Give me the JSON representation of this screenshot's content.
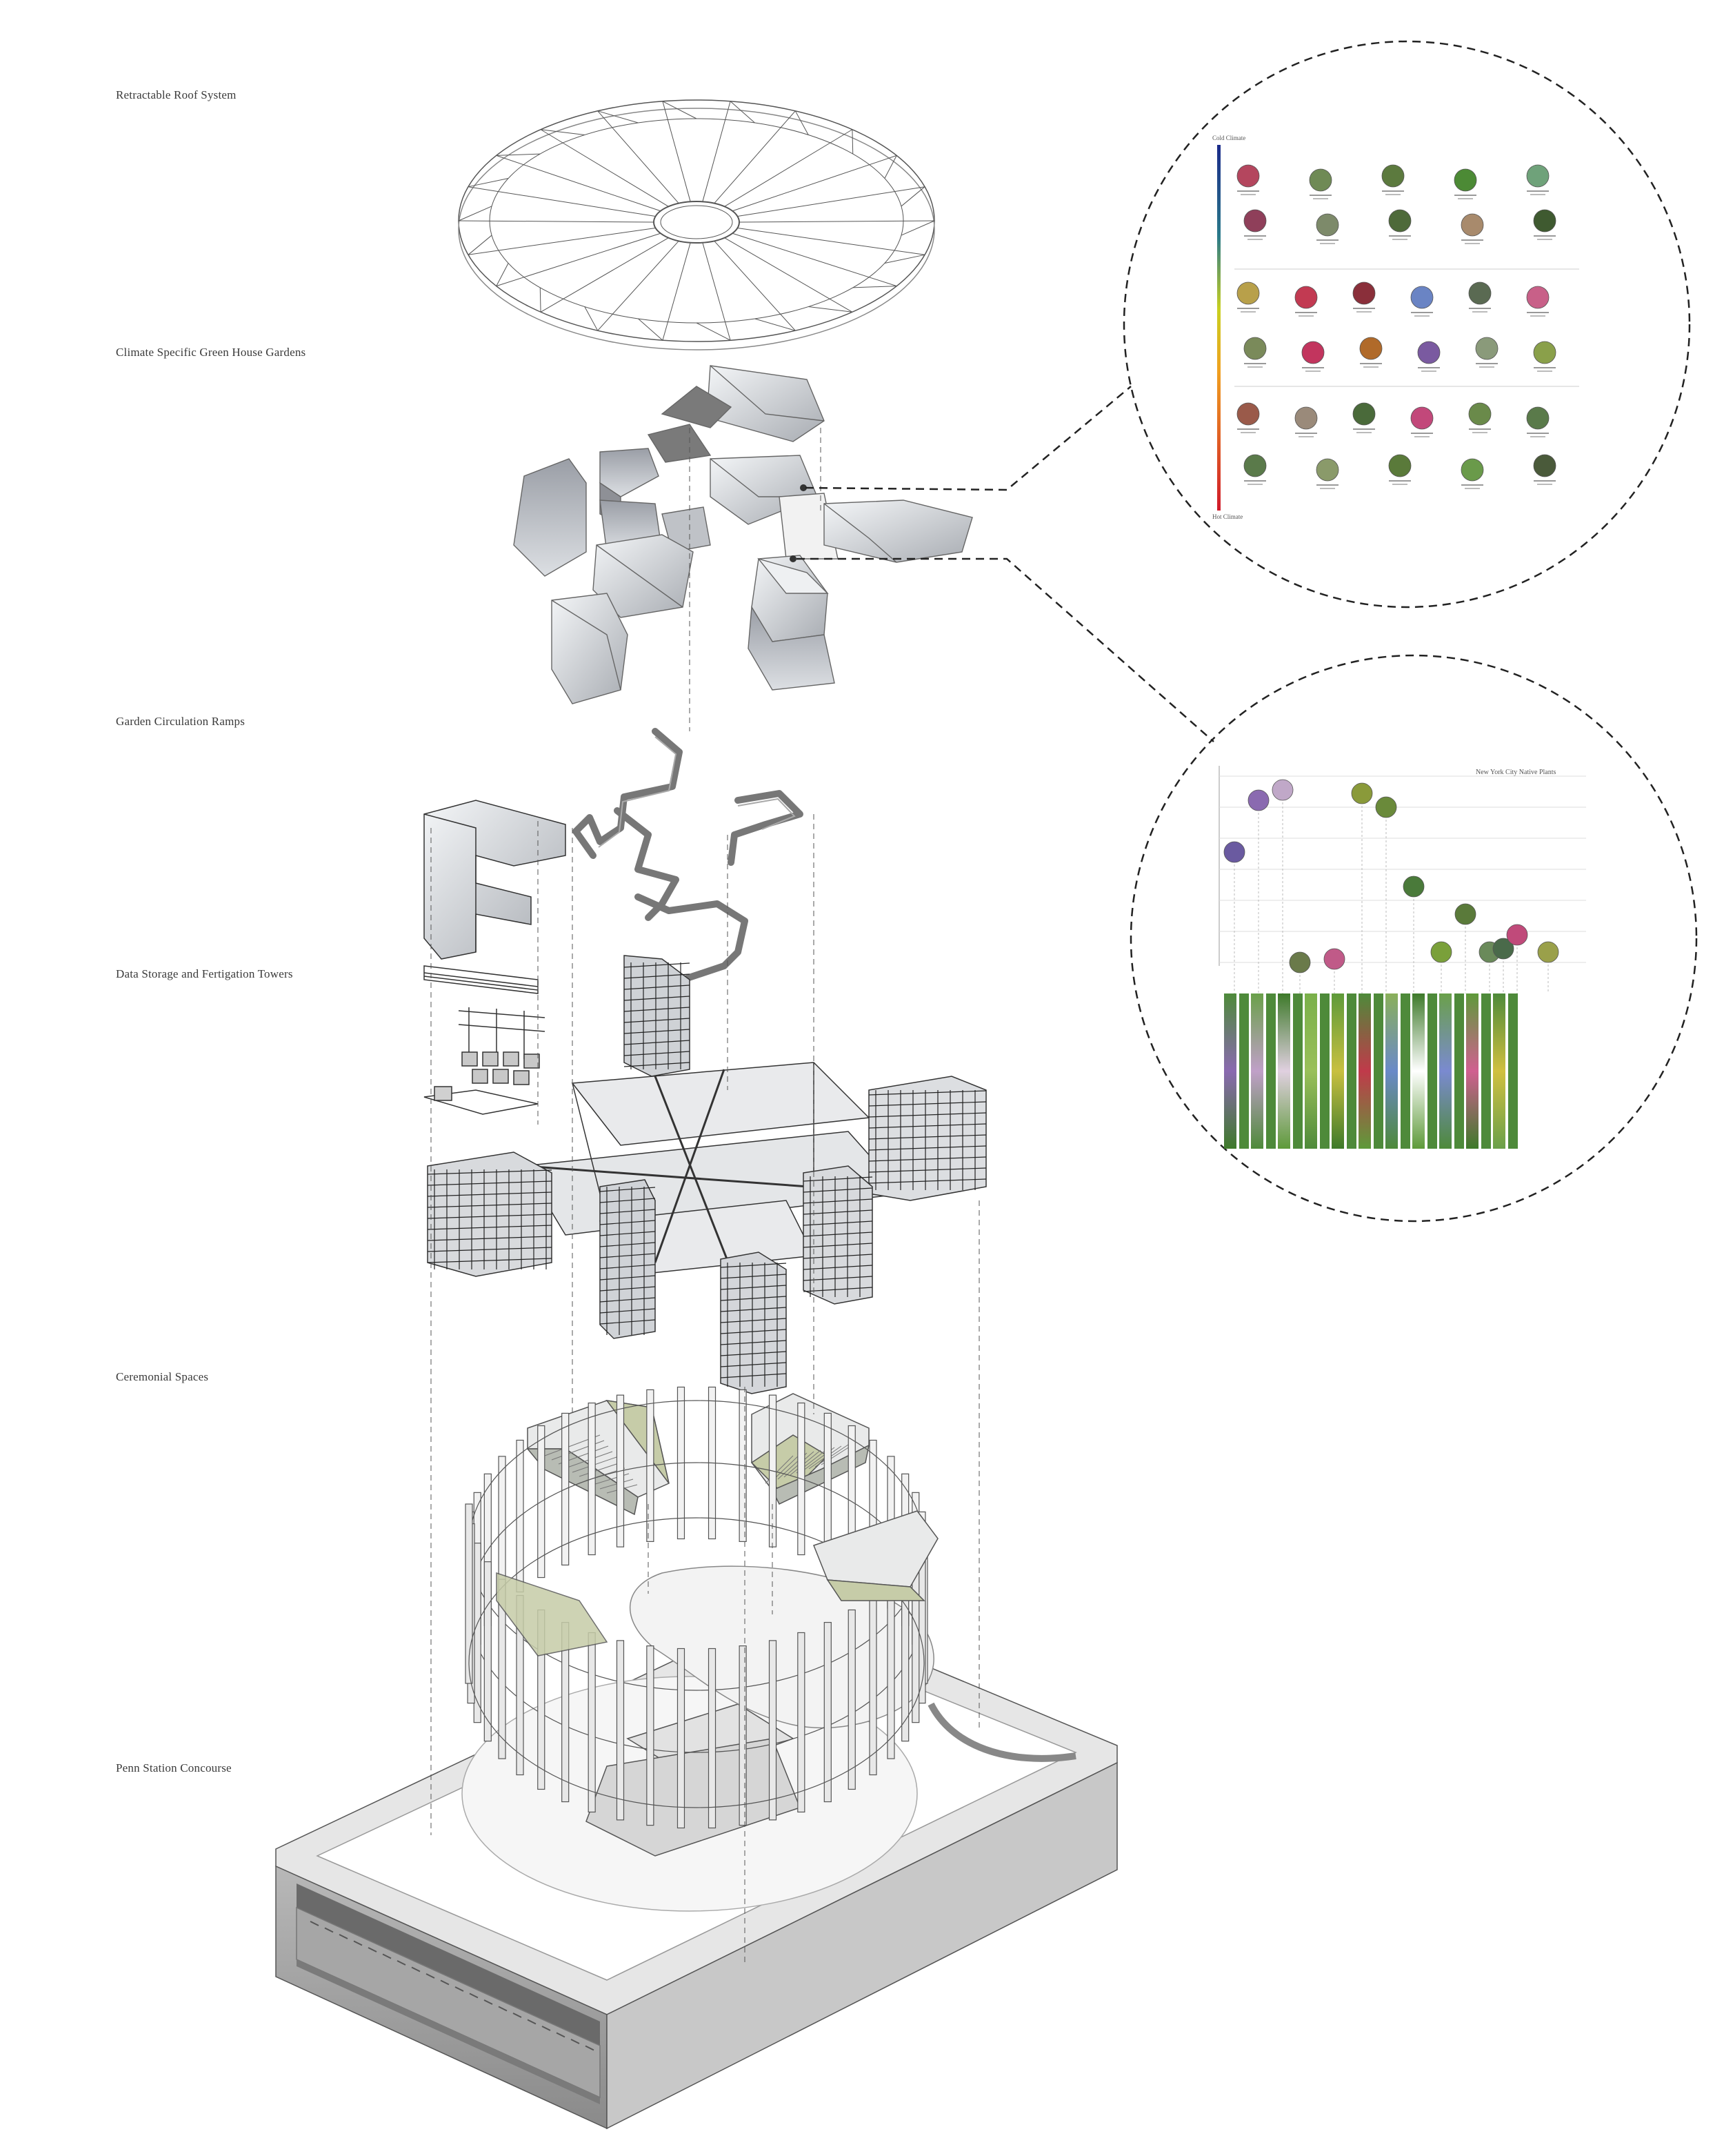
{
  "layers": [
    {
      "id": "roof",
      "label": "Retractable Roof System"
    },
    {
      "id": "greenhouse",
      "label": "Climate Specific Green House Gardens"
    },
    {
      "id": "ramps",
      "label": "Garden Circulation Ramps"
    },
    {
      "id": "towers",
      "label": "Data Storage and Fertigation Towers"
    },
    {
      "id": "ceremonial",
      "label": "Ceremonial Spaces"
    },
    {
      "id": "concourse",
      "label": "Penn Station Concourse"
    }
  ],
  "climate_detail": {
    "top_label": "Cold Climate",
    "bottom_label": "Hot Climate",
    "plant_colors": [
      [
        "#b4465e",
        "#6f8a55",
        "#5c7a3e",
        "#4c8a35",
        "#6fa27a"
      ],
      [
        "#8f3f5a",
        "#7d8a6a",
        "#4e6a3a",
        "#a88a6c",
        "#3f5a30"
      ],
      [
        "#b8a04a",
        "#c23a52",
        "#8a2f3a",
        "#6a84c4",
        "#5a6a52",
        "#c86088"
      ],
      [
        "#7a8a5a",
        "#c2355e",
        "#b06a2a",
        "#7a5aa0",
        "#8a9a7a",
        "#8aa04a"
      ],
      [
        "#9a5a4a",
        "#9a8a7a",
        "#4a6a3a",
        "#c2487a",
        "#6a8a4a",
        "#5a7a4a"
      ],
      [
        "#5a7a4a",
        "#8a9a6a",
        "#5a7a3a",
        "#6a9a4a",
        "#4a5a3a"
      ]
    ]
  },
  "native_detail": {
    "title": "New York City Native Plants",
    "plant_colors": [
      "#6a5aa0",
      "#8a6ab0",
      "#c0a8c8",
      "#6a7a4a",
      "#c05a88",
      "#8a9a3a",
      "#6a8a3a",
      "#4a7a3a",
      "#7aa03a",
      "#5a7a3a",
      "#6a8a5a",
      "#4a6a4a",
      "#c04a7a",
      "#9aa04a"
    ],
    "column_colors": [
      [
        "#4e8a3a",
        "#8a6ab0",
        "#3e7a2a"
      ],
      [
        "#6aa04a",
        "#c0a0c8",
        "#4e8a3a"
      ],
      [
        "#3e7a2a",
        "#e0d0e0",
        "#5e9a3a"
      ],
      [
        "#7ab04a",
        "#9ac05a",
        "#4e8a3a"
      ],
      [
        "#5e9a3a",
        "#c8c040",
        "#3e7a2a"
      ],
      [
        "#4e8a3a",
        "#c03a4a",
        "#5e9a3a"
      ],
      [
        "#8ab05a",
        "#6a8ac8",
        "#4e8a3a"
      ],
      [
        "#3e7a2a",
        "#ffffff",
        "#5e9a3a"
      ],
      [
        "#6aa04a",
        "#7a8ad0",
        "#4e8a3a"
      ],
      [
        "#5e9a3a",
        "#d06090",
        "#3e7a2a"
      ],
      [
        "#4e8a3a",
        "#d0c040",
        "#6aa04a"
      ]
    ]
  }
}
